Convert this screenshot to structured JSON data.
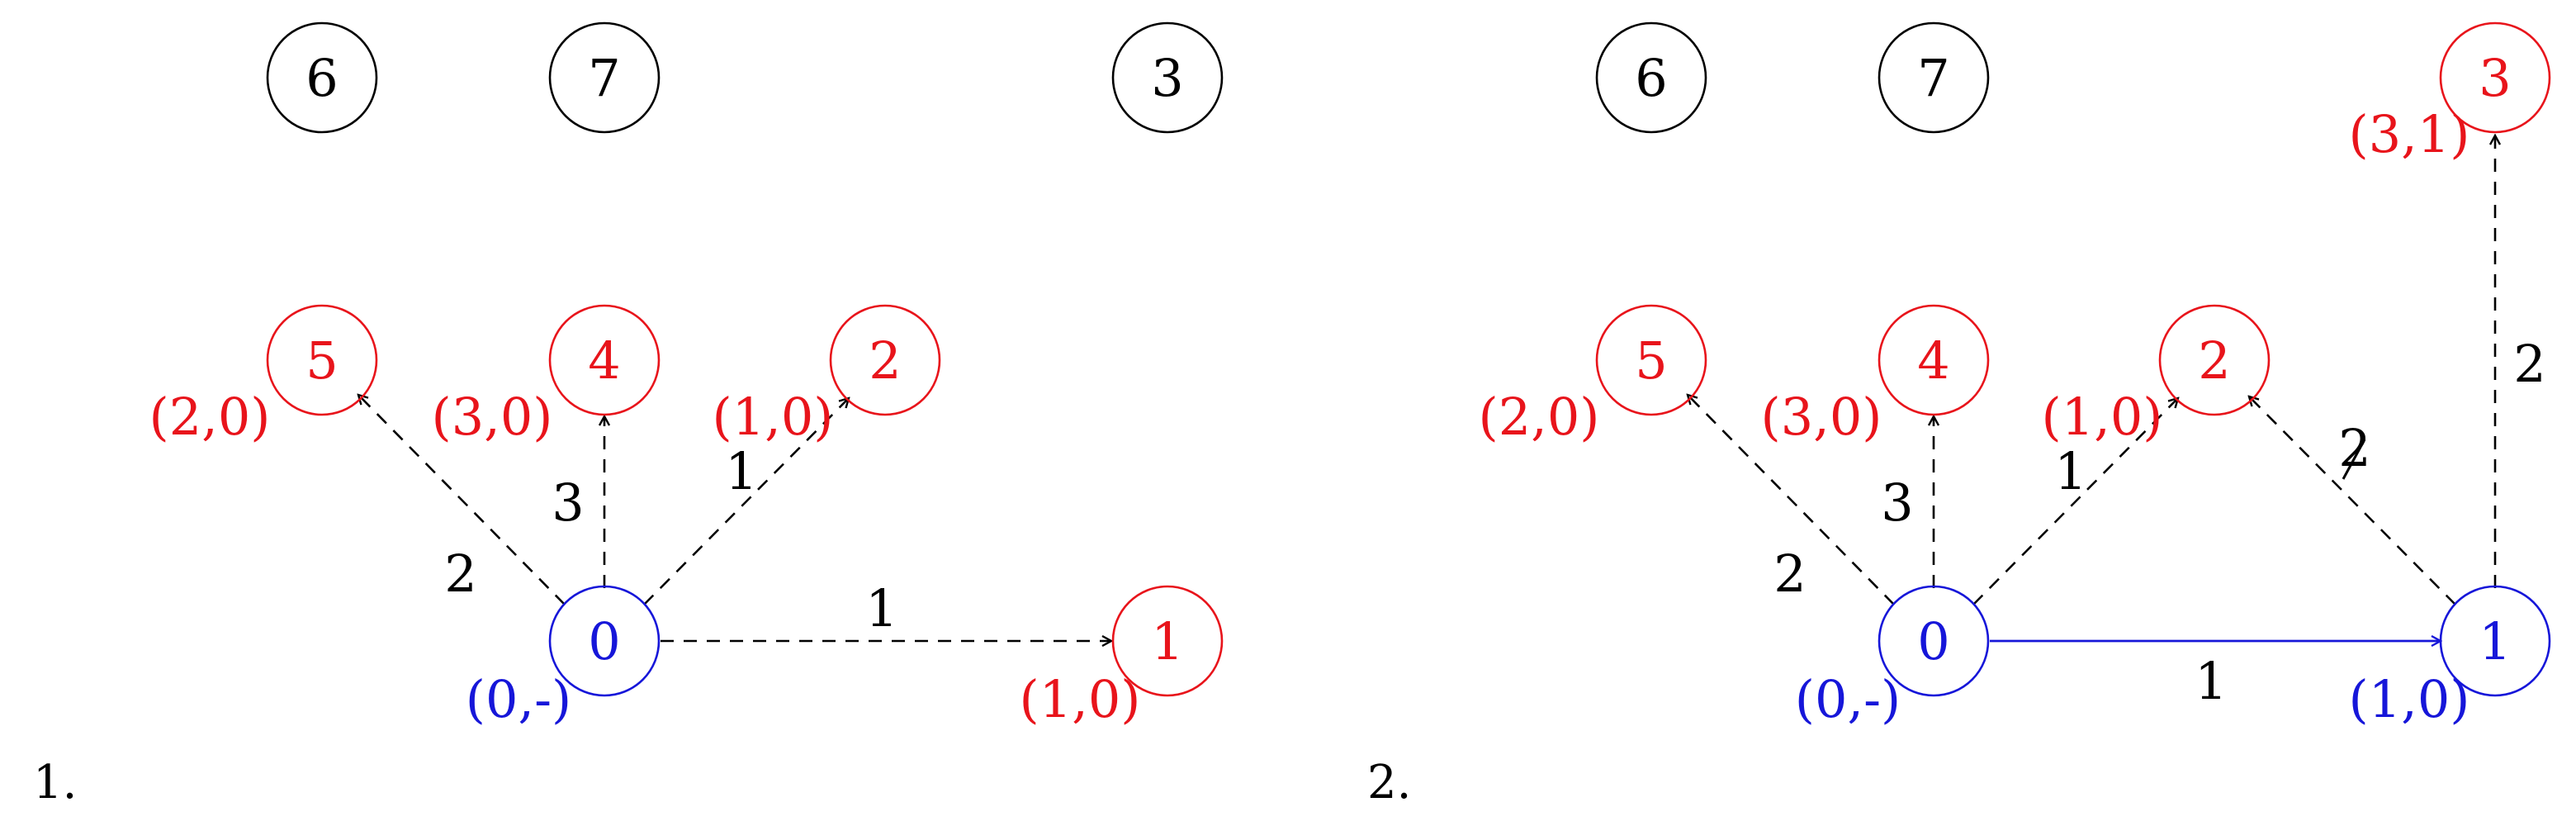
{
  "colors": {
    "black": "#000000",
    "red": "#e8141b",
    "blue": "#1616d9"
  },
  "panels": [
    {
      "label": "1.",
      "nodes": [
        {
          "id": "6",
          "color": "black",
          "annotation": ""
        },
        {
          "id": "7",
          "color": "black",
          "annotation": ""
        },
        {
          "id": "3",
          "color": "black",
          "annotation": ""
        },
        {
          "id": "5",
          "color": "red",
          "annotation": "(2,0)"
        },
        {
          "id": "4",
          "color": "red",
          "annotation": "(3,0)"
        },
        {
          "id": "2",
          "color": "red",
          "annotation": "(1,0)"
        },
        {
          "id": "0",
          "color": "blue",
          "annotation": "(0,-)"
        },
        {
          "id": "1",
          "color": "red",
          "annotation": "(1,0)"
        }
      ],
      "edges": [
        {
          "from": "0",
          "to": "5",
          "weight": "2",
          "style": "dashed",
          "color": "black"
        },
        {
          "from": "0",
          "to": "4",
          "weight": "3",
          "style": "dashed",
          "color": "black"
        },
        {
          "from": "0",
          "to": "2",
          "weight": "1",
          "style": "dashed",
          "color": "black"
        },
        {
          "from": "0",
          "to": "1",
          "weight": "1",
          "style": "dashed",
          "color": "black"
        }
      ]
    },
    {
      "label": "2.",
      "nodes": [
        {
          "id": "6",
          "color": "black",
          "annotation": ""
        },
        {
          "id": "7",
          "color": "black",
          "annotation": ""
        },
        {
          "id": "3",
          "color": "red",
          "annotation": "(3,1)"
        },
        {
          "id": "5",
          "color": "red",
          "annotation": "(2,0)"
        },
        {
          "id": "4",
          "color": "red",
          "annotation": "(3,0)"
        },
        {
          "id": "2",
          "color": "red",
          "annotation": "(1,0)"
        },
        {
          "id": "0",
          "color": "blue",
          "annotation": "(0,-)"
        },
        {
          "id": "1",
          "color": "blue",
          "annotation": "(1,0)"
        }
      ],
      "edges": [
        {
          "from": "0",
          "to": "5",
          "weight": "2",
          "style": "dashed",
          "color": "black"
        },
        {
          "from": "0",
          "to": "4",
          "weight": "3",
          "style": "dashed",
          "color": "black"
        },
        {
          "from": "0",
          "to": "2",
          "weight": "1",
          "style": "dashed",
          "color": "black"
        },
        {
          "from": "0",
          "to": "1",
          "weight": "1",
          "style": "solid",
          "color": "blue"
        },
        {
          "from": "1",
          "to": "2",
          "weight": "2",
          "style": "dashed",
          "color": "black",
          "struck": true
        },
        {
          "from": "1",
          "to": "3",
          "weight": "2",
          "style": "dashed",
          "color": "black"
        }
      ]
    }
  ]
}
